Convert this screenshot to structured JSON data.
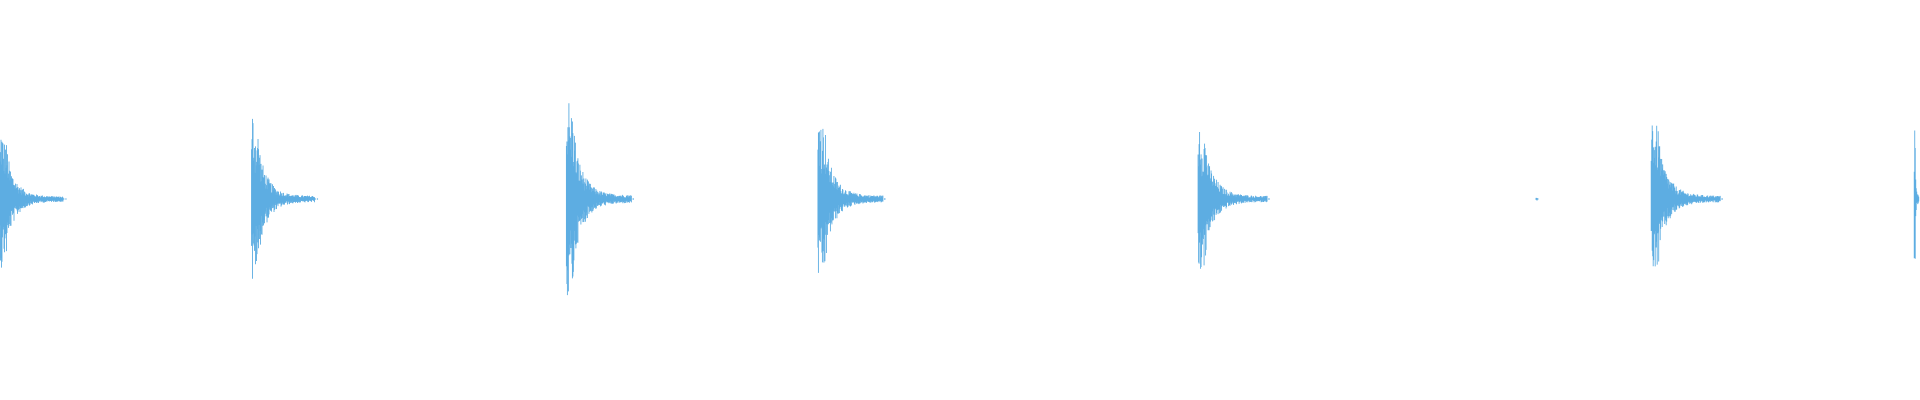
{
  "waveform": {
    "color": "#5dade2",
    "transients": [
      {
        "time_fraction": 0.0,
        "peak_amplitude": 0.44,
        "decay_span": 0.033
      },
      {
        "time_fraction": 0.131,
        "peak_amplitude": 0.53,
        "decay_span": 0.033
      },
      {
        "time_fraction": 0.295,
        "peak_amplitude": 0.66,
        "decay_span": 0.034
      },
      {
        "time_fraction": 0.426,
        "peak_amplitude": 0.57,
        "decay_span": 0.034
      },
      {
        "time_fraction": 0.624,
        "peak_amplitude": 0.5,
        "decay_span": 0.036
      },
      {
        "time_fraction": 0.8,
        "peak_amplitude": 0.01,
        "decay_span": 0.001
      },
      {
        "time_fraction": 0.86,
        "peak_amplitude": 0.54,
        "decay_span": 0.036
      },
      {
        "time_fraction": 0.997,
        "peak_amplitude": 0.54,
        "decay_span": 0.003
      }
    ]
  }
}
